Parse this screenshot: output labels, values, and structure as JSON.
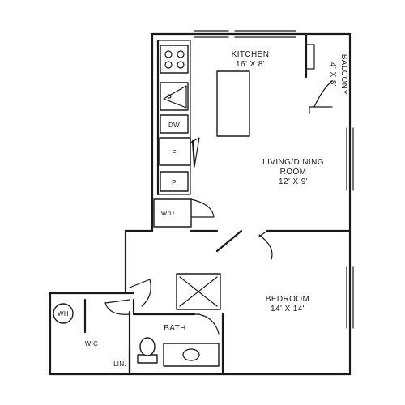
{
  "rooms": {
    "kitchen": {
      "name": "KITCHEN",
      "size": "16' X 8'"
    },
    "balcony": {
      "name": "BALCONY",
      "size": "4' X 8'"
    },
    "living": {
      "name_line1": "LIVING/DINING",
      "name_line2": "ROOM",
      "size": "12' X 9'"
    },
    "bedroom": {
      "name": "BEDROOM",
      "size": "14' X 14'"
    },
    "bath": {
      "name": "BATH"
    },
    "wic": {
      "name": "WIC"
    },
    "linen": {
      "name": "LIN."
    }
  },
  "fixtures": {
    "dishwasher": "DW",
    "fridge": "F",
    "pantry": "P",
    "washer_dryer": "W/D",
    "water_heater": "WH"
  }
}
